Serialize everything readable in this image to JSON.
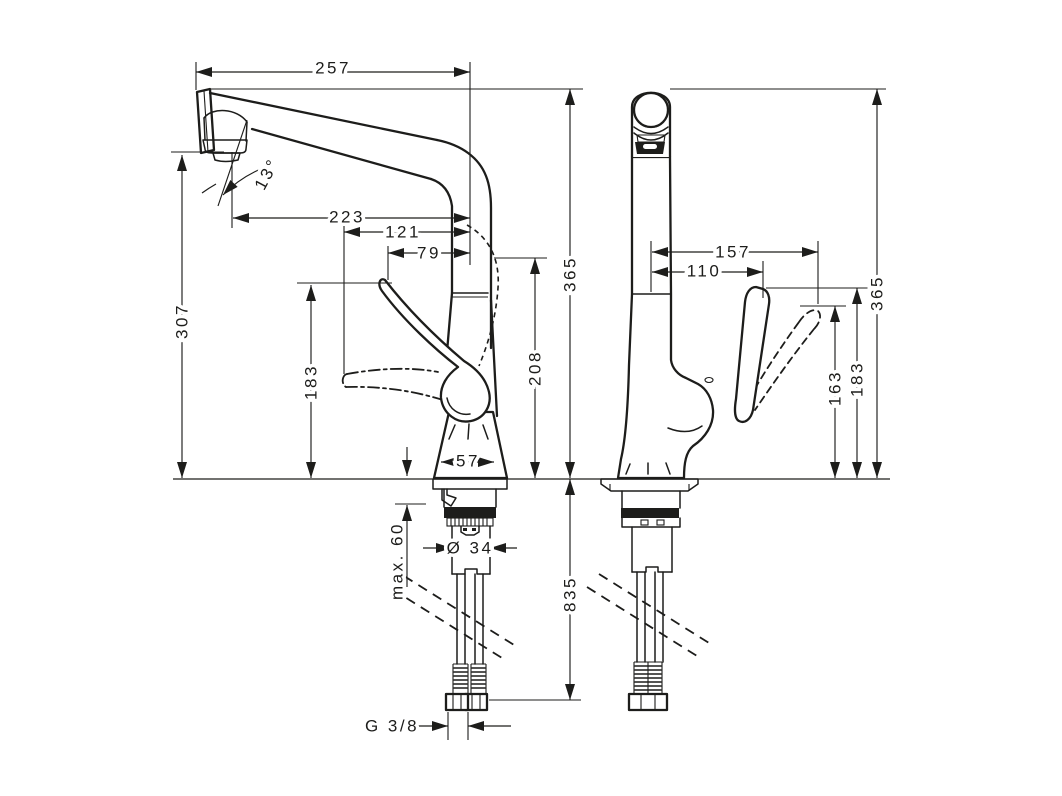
{
  "drawing": {
    "type": "technical-dimension-drawing",
    "subject": "kitchen faucet, side view and front view with installation dimensions",
    "background": "#ffffff",
    "ink_color": "#1d1d1b"
  },
  "side_view": {
    "dims": {
      "spout_reach": "257",
      "spout_angle": "13°",
      "spout_tip_to_axis": "223",
      "handle_reach_horizontal": "121",
      "handle_reach_raised": "79",
      "spout_tip_height": "307",
      "total_height": "365",
      "handle_height_raised": "183",
      "body_top_height": "208",
      "base_width": "57",
      "max_counter_thickness": "max. 60",
      "shank_diameter": "Ø 34",
      "hose_length": "835",
      "hose_thread": "G 3/8"
    }
  },
  "front_view": {
    "dims": {
      "handle_reach_tilted": "157",
      "handle_reach_upright": "110",
      "total_height": "365",
      "handle_height_upright": "183",
      "handle_height_tilted": "163"
    }
  }
}
